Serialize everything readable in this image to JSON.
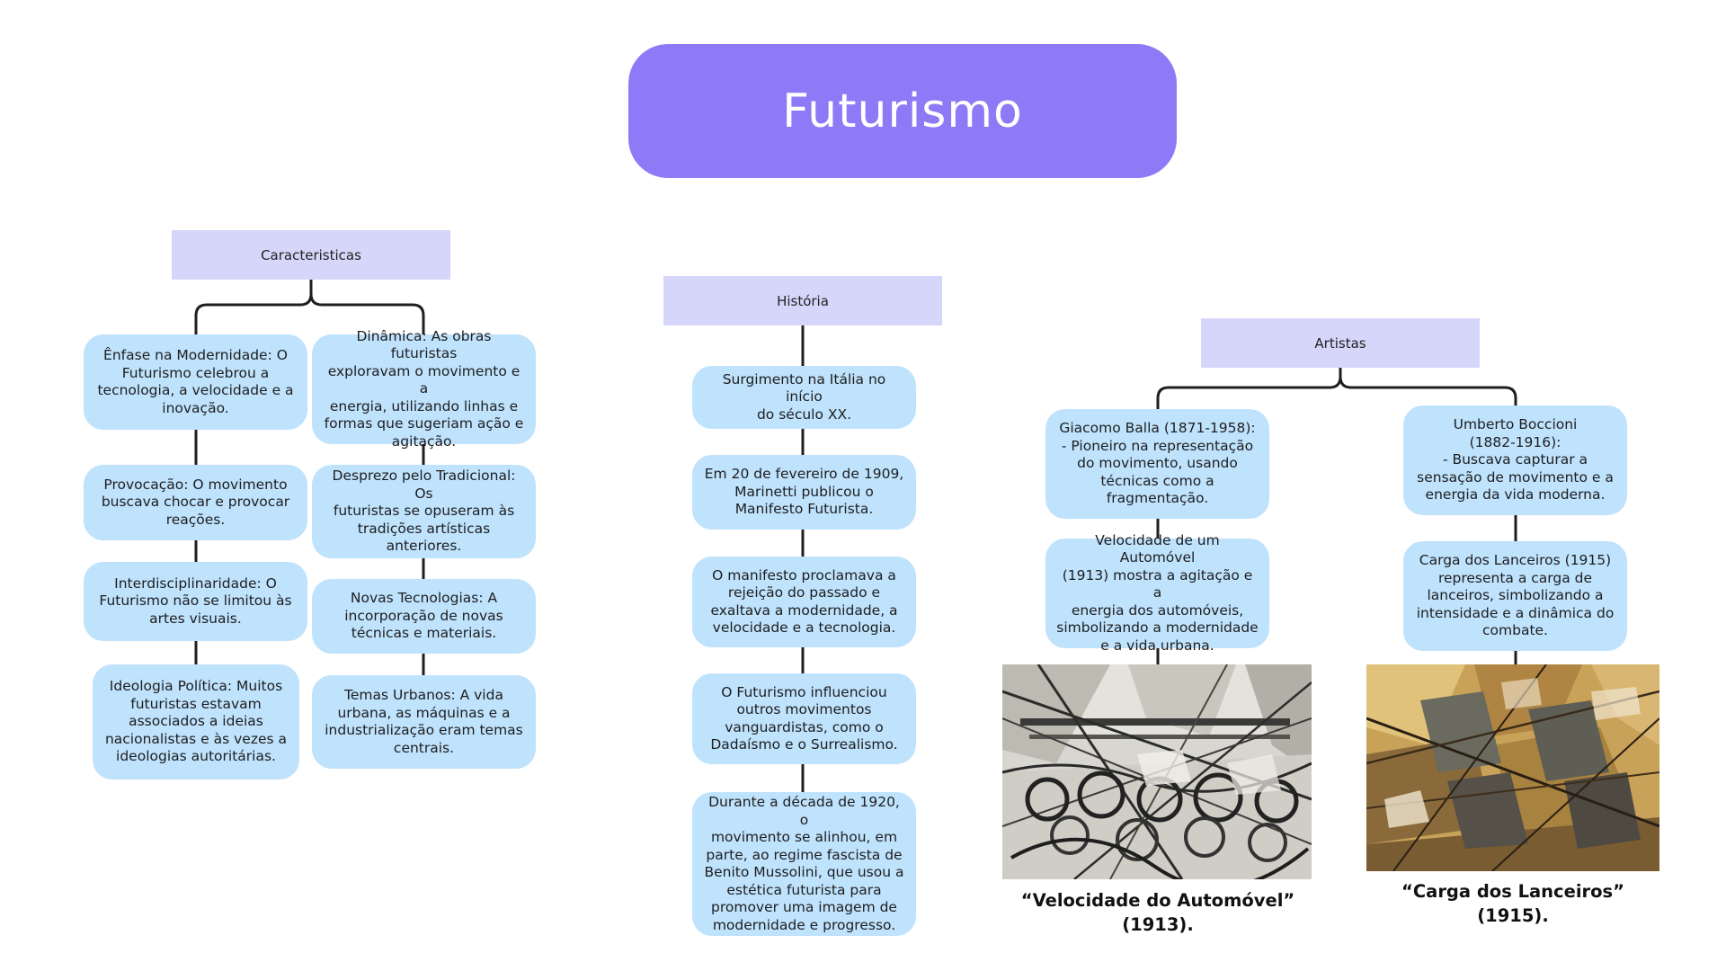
{
  "title": "Futurismo",
  "sections": {
    "caracteristicas": {
      "header": "Caracteristicas",
      "left_items": [
        "Ênfase na Modernidade: O\nFuturismo celebrou a\ntecnologia, a velocidade e a\ninovação.",
        "Provocação: O movimento\nbuscava chocar e provocar\nreações.",
        "Interdisciplinaridade: O\nFuturismo não se limitou às\nartes visuais.",
        "Ideologia Política: Muitos\nfuturistas estavam\nassociados a ideias\nnacionalistas e às vezes a\nideologias autoritárias."
      ],
      "right_items": [
        "Dinâmica: As obras futuristas\nexploravam o movimento e a\nenergia, utilizando linhas e\nformas que sugeriam ação e\nagitação.",
        "Desprezo pelo Tradicional: Os\nfuturistas se opuseram às\ntradições artísticas\nanteriores.",
        "Novas Tecnologias: A\nincorporação de novas\ntécnicas e materiais.",
        "Temas Urbanos: A vida\nurbana, as máquinas e a\nindustrialização eram temas\ncentrais."
      ]
    },
    "historia": {
      "header": "História",
      "items": [
        "Surgimento na Itália no início\ndo século XX.",
        "Em 20 de fevereiro de 1909,\nMarinetti publicou o\nManifesto Futurista.",
        "O manifesto proclamava a\nrejeição do passado e\nexaltava a modernidade, a\nvelocidade e a tecnologia.",
        "O Futurismo influenciou\noutros movimentos\nvanguardistas, como o\nDadaísmo e o Surrealismo.",
        "Durante a década de 1920, o\nmovimento se alinhou, em\nparte, ao regime fascista de\nBenito Mussolini, que usou a\nestética futurista para\npromover uma imagem de\nmodernidade e progresso."
      ]
    },
    "artistas": {
      "header": "Artistas",
      "balla": {
        "bio": "Giacomo Balla (1871-1958):\n- Pioneiro na representação\ndo movimento, usando\ntécnicas como a\nfragmentação.",
        "work": "Velocidade de um Automóvel\n(1913) mostra a agitação e a\nenergia dos automóveis,\nsimbolizando a modernidade\ne a vida urbana.",
        "caption": "“Velocidade do Automóvel”\n(1913)."
      },
      "boccioni": {
        "bio": "Umberto Boccioni\n(1882-1916):\n- Buscava capturar a\nsensação de movimento e a\nenergia da vida moderna.",
        "work": "Carga dos Lanceiros (1915)\nrepresenta a carga de\nlanceiros, simbolizando a\nintensidade e a dinâmica do\ncombate.",
        "caption": "“Carga dos Lanceiros”\n(1915)."
      }
    }
  },
  "colors": {
    "title_bg": "#8e79f7",
    "header_bg": "#d6d6fb",
    "node_bg": "#bfe2fd",
    "connector": "#1f1f1f"
  }
}
